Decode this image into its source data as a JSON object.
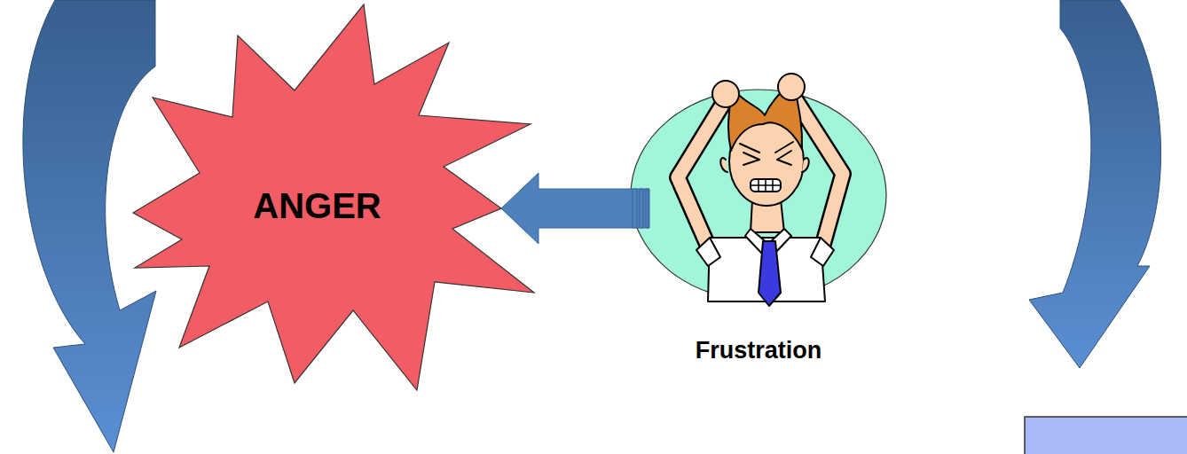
{
  "diagram": {
    "nodes": [
      {
        "text": [
          "ANGER"
        ]
      },
      {
        "text": [
          "Frustration"
        ]
      }
    ],
    "edges": [
      {
        "from": 1,
        "to": 0,
        "arrow": "to"
      }
    ]
  }
}
